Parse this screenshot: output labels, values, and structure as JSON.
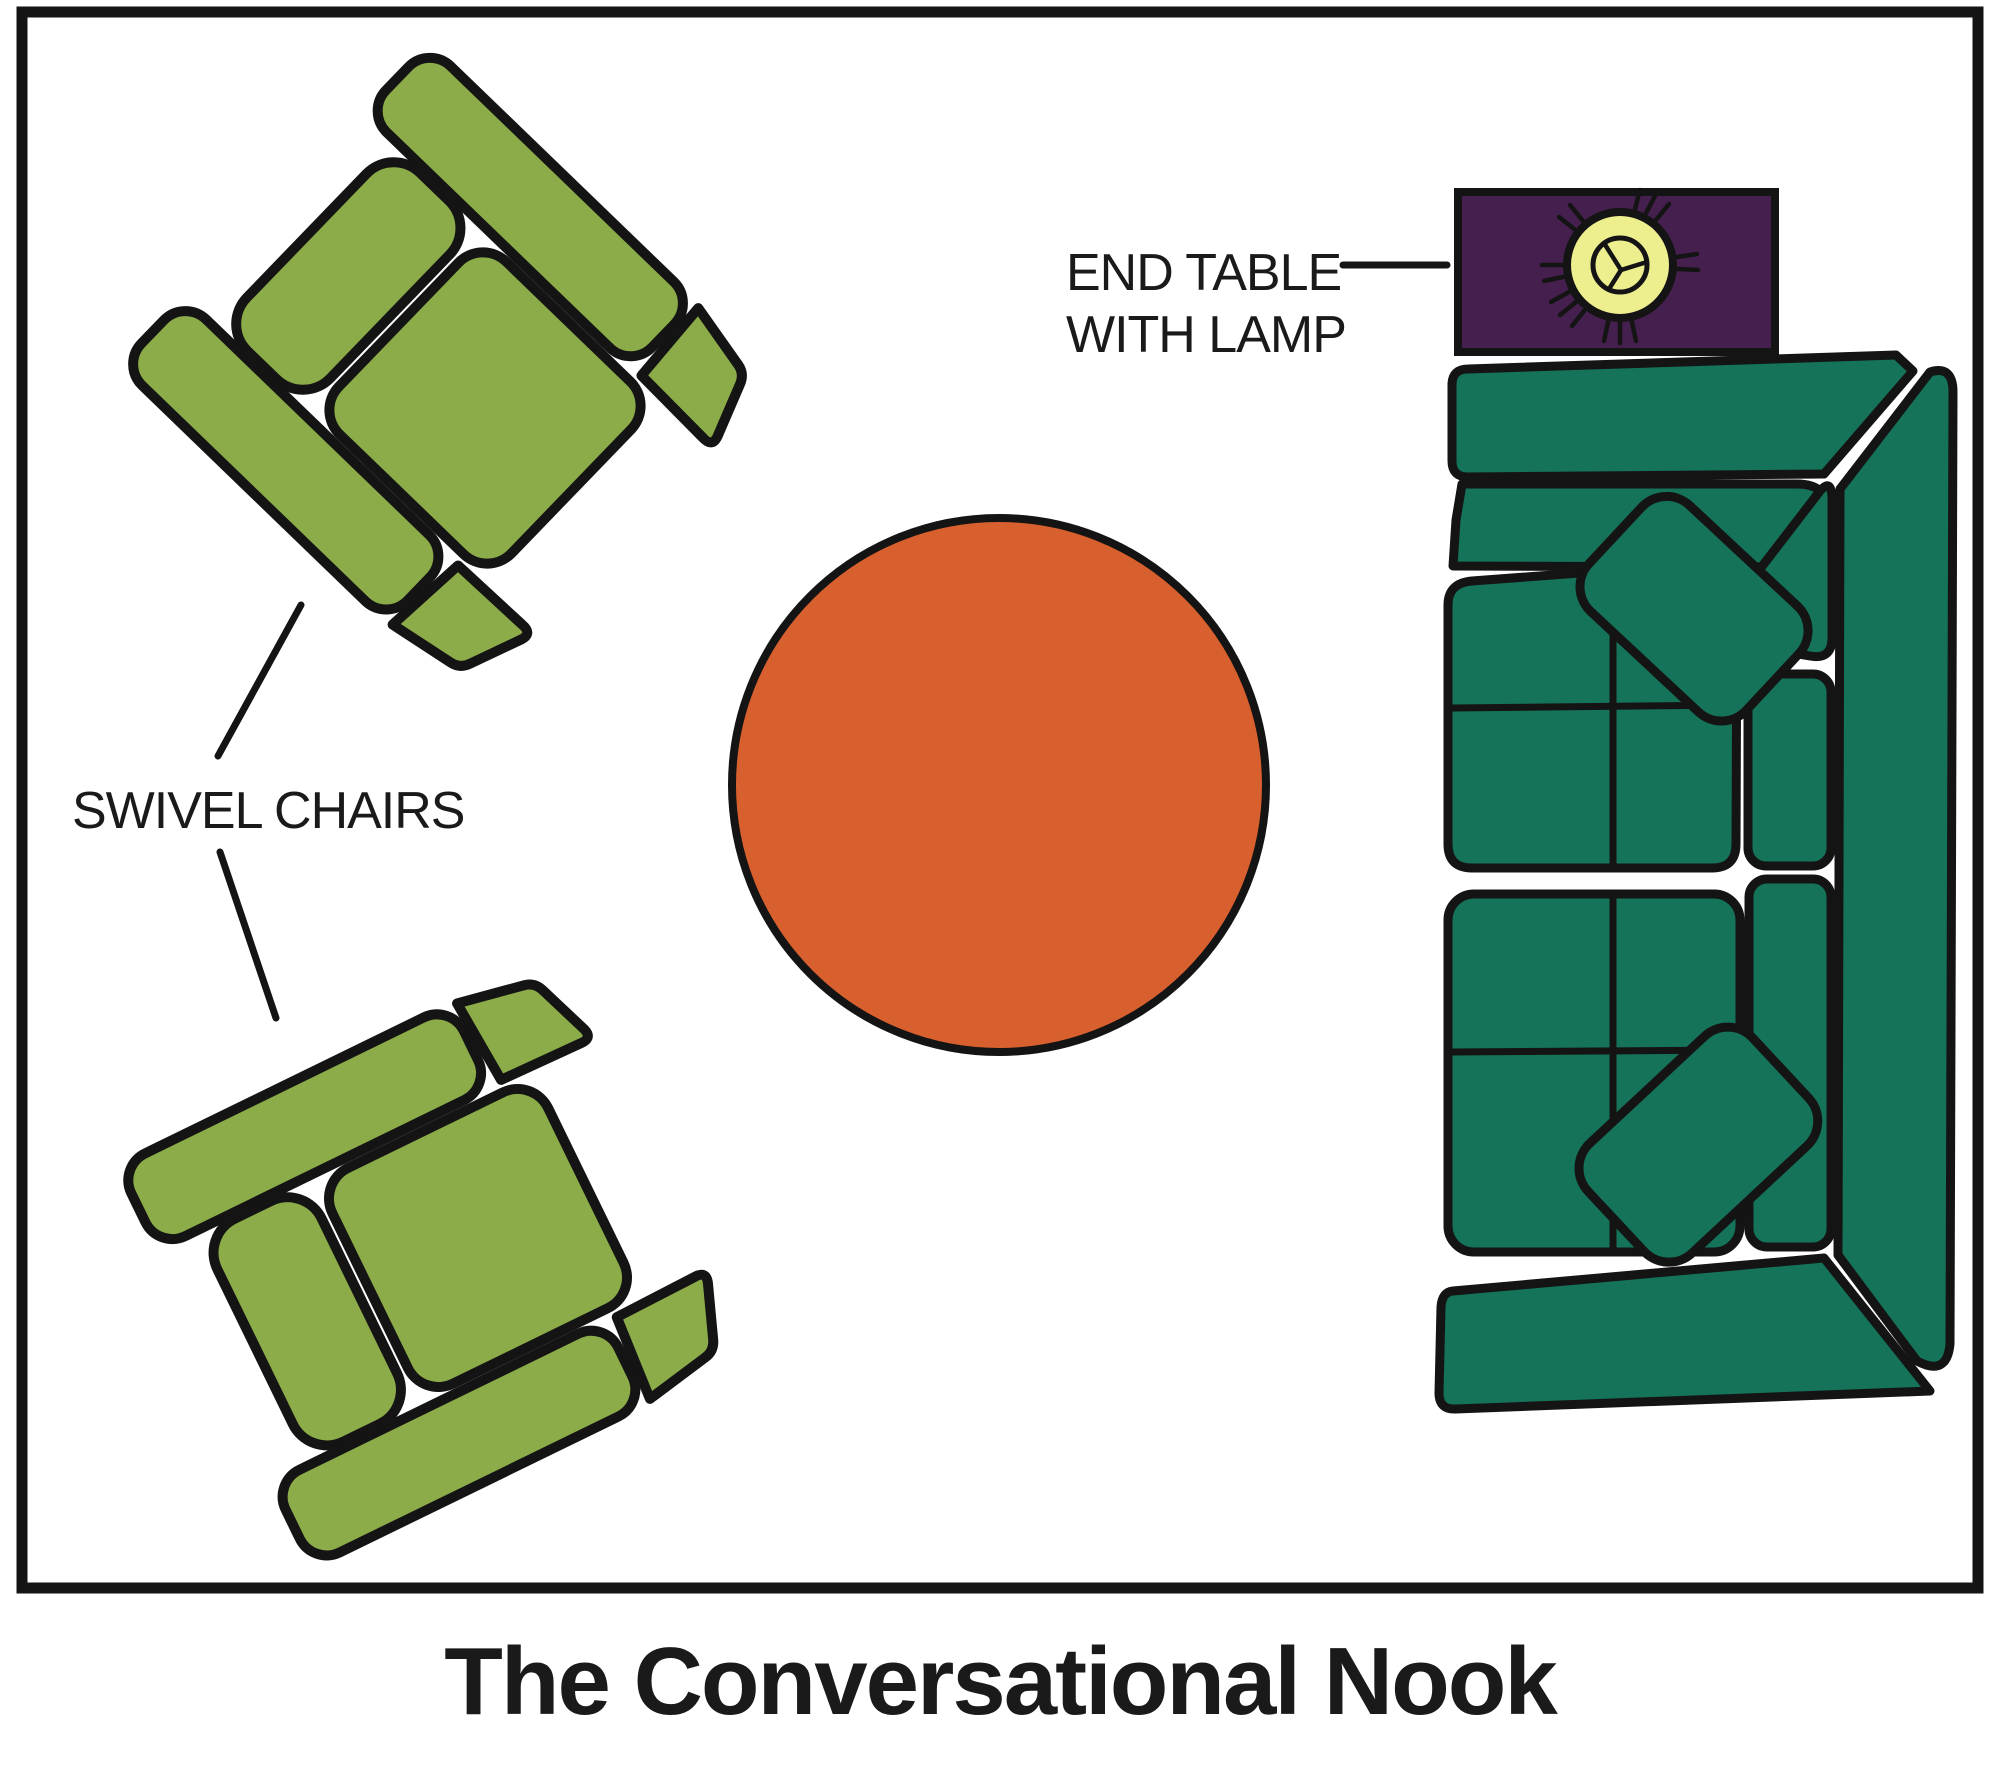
{
  "diagram": {
    "title": "The Conversational Nook",
    "labels": {
      "swivel_chairs": "SWIVEL CHAIRS",
      "end_table_line1": "END TABLE",
      "end_table_line2": "WITH LAMP"
    },
    "furniture": {
      "swivel_chair_count": 2,
      "throw_pillow_count": 2,
      "items": [
        "swivel chair (upper left)",
        "swivel chair (lower left)",
        "round coffee table",
        "sectional sofa",
        "end table with lamp"
      ]
    },
    "colors": {
      "background": "#ffffff",
      "outline": "#141414",
      "text": "#1a1a1a",
      "chair_green": "#8cac49",
      "sofa_green": "#15735a",
      "table_orange": "#d8602e",
      "end_table_purple": "#451f4e",
      "lamp_yellow": "#edef8f"
    }
  }
}
